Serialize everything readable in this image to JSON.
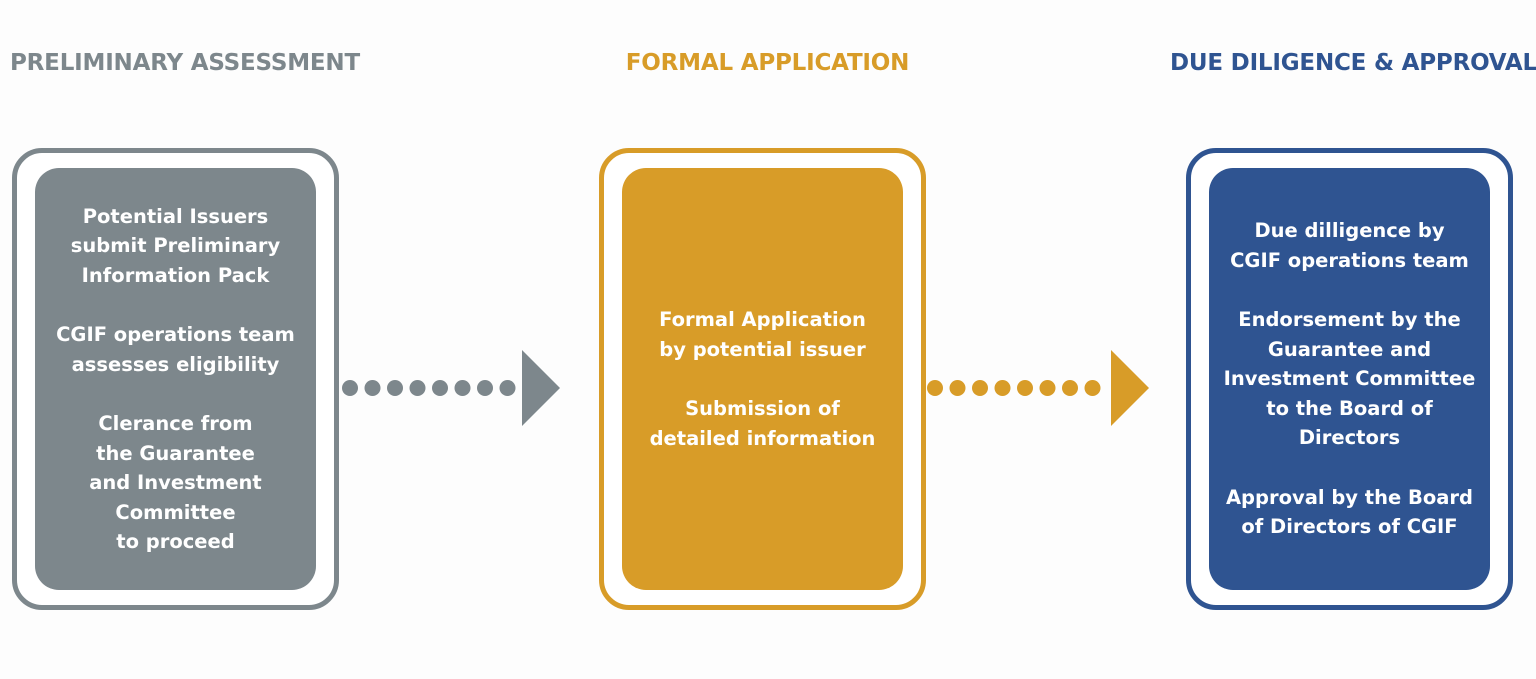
{
  "colors": {
    "stage_1": "#7d878c",
    "stage_2": "#d89c28",
    "stage_3": "#2f5491",
    "text_on_box": "#ffffff"
  },
  "stages": [
    {
      "title": "PRELIMINARY ASSESSMENT",
      "paragraphs": [
        [
          "Potential Issuers",
          "submit Preliminary",
          "Information Pack"
        ],
        [
          "CGIF operations team",
          "assesses eligibility"
        ],
        [
          "Clerance from",
          "the Guarantee",
          "and Investment",
          "Committee",
          "to proceed"
        ]
      ]
    },
    {
      "title": "FORMAL APPLICATION",
      "paragraphs": [
        [
          "Formal Application",
          "by potential issuer"
        ],
        [
          "Submission of",
          "detailed information"
        ]
      ]
    },
    {
      "title": "DUE DILIGENCE & APPROVAL",
      "paragraphs": [
        [
          "Due dilligence by",
          "CGIF operations team"
        ],
        [
          "Endorsement by the",
          "Guarantee and",
          "Investment Committee",
          "to the Board of",
          "Directors"
        ],
        [
          "Approval by the Board",
          "of Directors of CGIF"
        ]
      ]
    }
  ],
  "arrows": [
    {
      "from": "stages.0",
      "to": "stages.1",
      "color": "#7d878c"
    },
    {
      "from": "stages.1",
      "to": "stages.2",
      "color": "#d89c28"
    }
  ]
}
